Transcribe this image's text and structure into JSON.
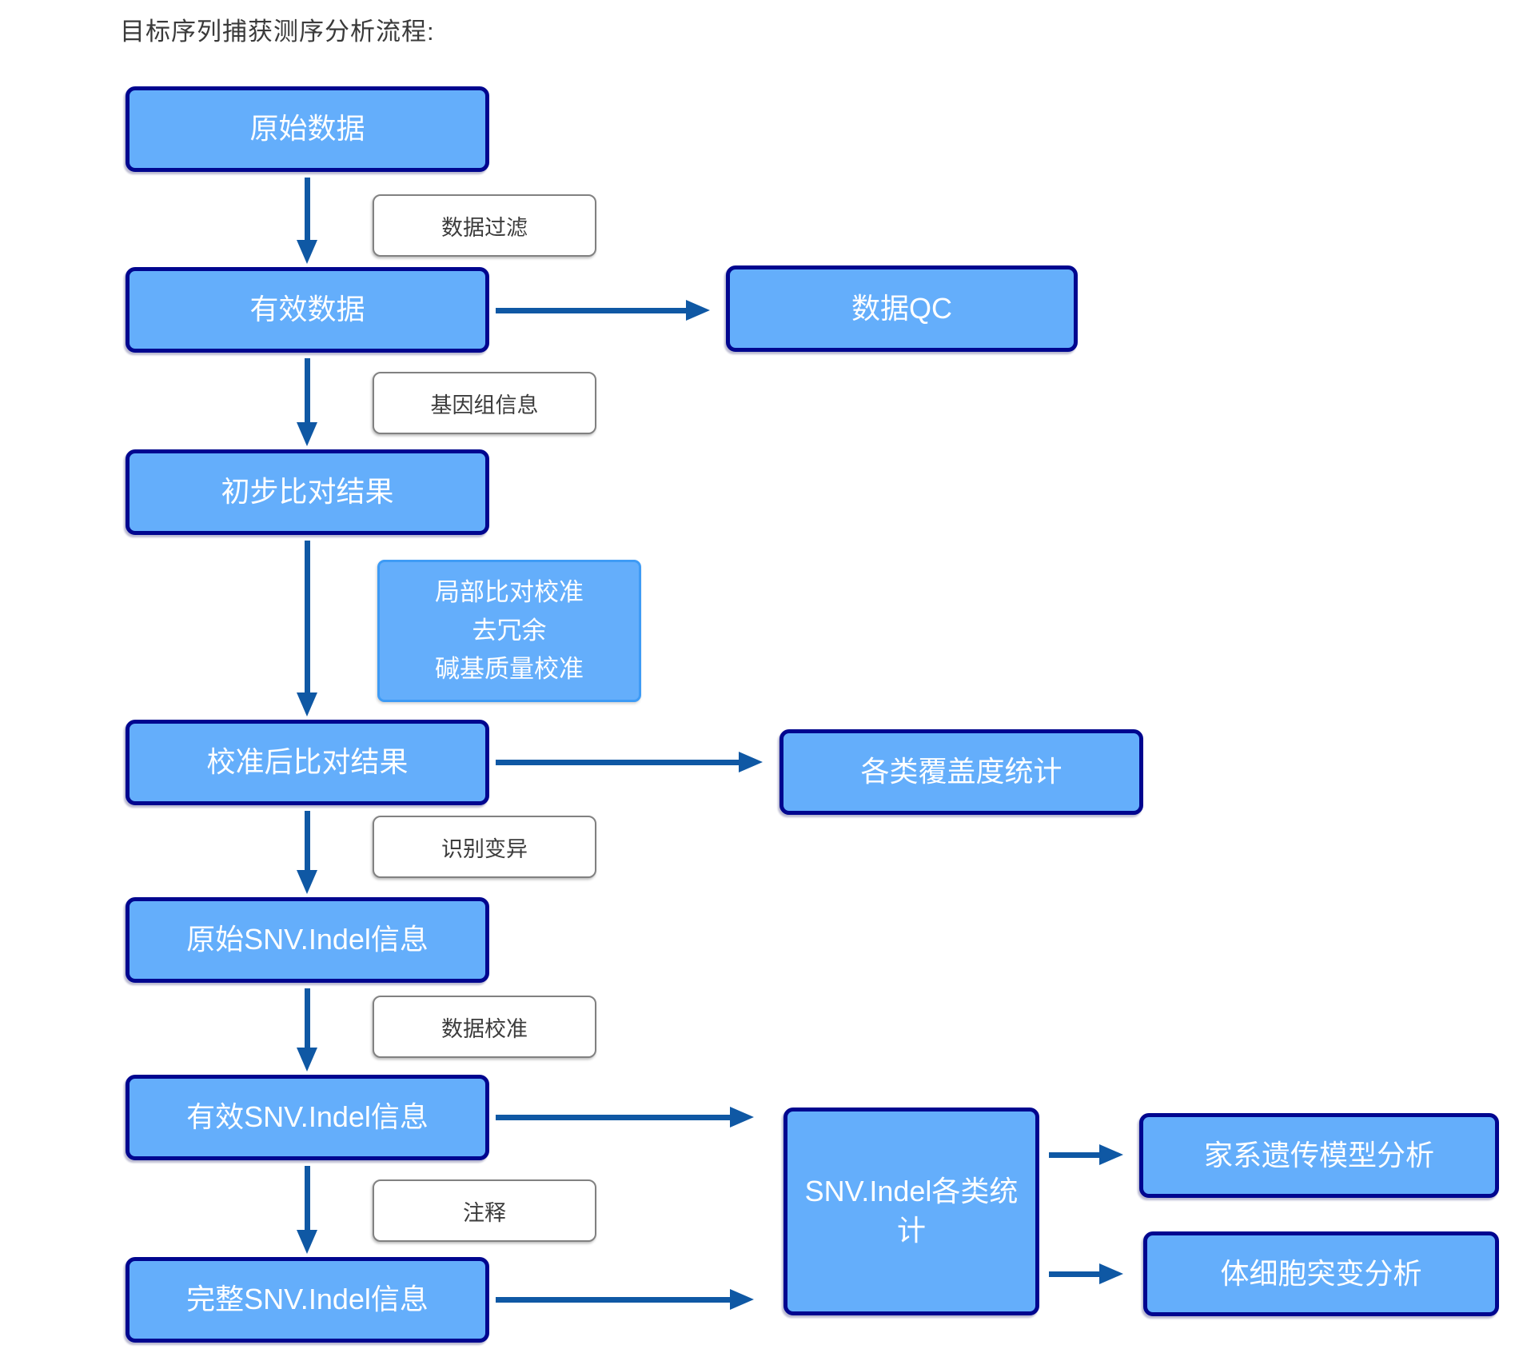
{
  "title": "目标序列捕获测序分析流程:",
  "nodes": {
    "raw_data": "原始数据",
    "valid_data": "有效数据",
    "data_qc": "数据QC",
    "initial_alignment": "初步比对结果",
    "calibrated_alignment": "校准后比对结果",
    "coverage_stats": "各类覆盖度统计",
    "raw_snv_indel": "原始SNV.Indel信息",
    "valid_snv_indel": "有效SNV.Indel信息",
    "complete_snv_indel": "完整SNV.Indel信息",
    "snv_indel_stats": "SNV.Indel各类统计",
    "pedigree_model_analysis": "家系遗传模型分析",
    "somatic_mutation_analysis": "体细胞突变分析"
  },
  "edge_labels": {
    "data_filter": "数据过滤",
    "genome_info": "基因组信息",
    "variant_calling": "识别变异",
    "data_calibration": "数据校准",
    "annotation": "注释"
  },
  "process_note": {
    "line1": "局部比对校准",
    "line2": "去冗余",
    "line3": "碱基质量校准"
  },
  "colors": {
    "node_fill": "#64aefb",
    "node_border": "#00068f",
    "note_border": "#3e9bf5",
    "arrow": "#0f58a4",
    "label_border": "#818181",
    "label_text": "#3c3c3c",
    "title_text": "#3a3a3a",
    "node_text": "#ffffff",
    "background": "#ffffff"
  }
}
